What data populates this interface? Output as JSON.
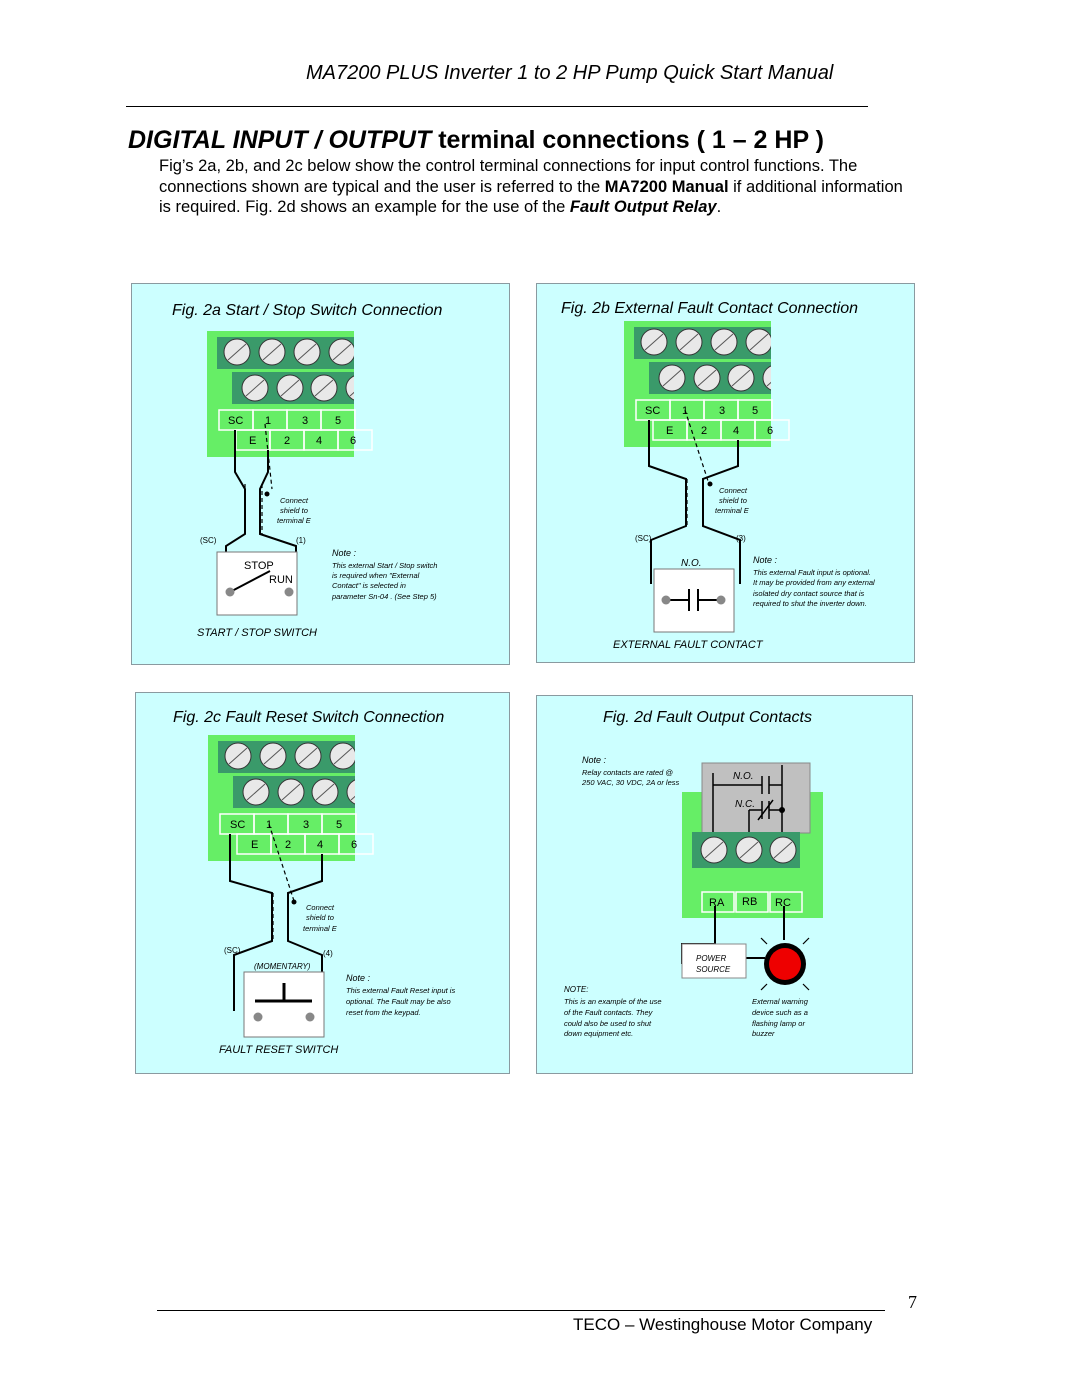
{
  "header": {
    "title": "MA7200 PLUS Inverter 1 to 2 HP Pump Quick Start Manual"
  },
  "section": {
    "title_italic": "DIGITAL INPUT / OUTPUT",
    "title_rest": " terminal connections ( 1 – 2 HP )"
  },
  "intro": {
    "part1": "Fig’s 2a, 2b, and 2c below show the control terminal connections for input control functions. The connections shown are typical and the user is referred to the ",
    "bold1": "MA7200 Manual",
    "part2": " if additional information is required. Fig. 2d shows an example for the use of the ",
    "bold2": "Fault Output Relay",
    "part3": "."
  },
  "terminal_labels": {
    "sc": "SC",
    "t1": "1",
    "t3": "3",
    "t5": "5",
    "e": "E",
    "t2": "2",
    "t4": "4",
    "t6": "6"
  },
  "shield_note": {
    "l1": "Connect",
    "l2": "shield to",
    "l3": "terminal E"
  },
  "note_label": "Note :",
  "fig2a": {
    "title": "Fig. 2a Start / Stop Switch Connection",
    "sc_tag": "(SC)",
    "t_tag": "(1)",
    "stop": "STOP",
    "run": "RUN",
    "note": [
      "This external Start / Stop switch",
      "is required when \"External",
      "Contact\" is selected in",
      "parameter Sn-04 . (See Step 5)"
    ],
    "caption": "START / STOP SWITCH"
  },
  "fig2b": {
    "title": "Fig. 2b External Fault  Contact Connection",
    "sc_tag": "(SC)",
    "t_tag": "(3)",
    "no": "N.O.",
    "note": [
      "This external Fault  input is optional.",
      "It may be provided from any external",
      "isolated dry contact source that is",
      "required to shut the inverter down."
    ],
    "caption": "EXTERNAL FAULT CONTACT"
  },
  "fig2c": {
    "title": "Fig. 2c  Fault Reset  Switch Connection",
    "sc_tag": "(SC)",
    "t_tag": "(4)",
    "momentary": "(MOMENTARY)",
    "note": [
      "This external Fault  Reset input is",
      "optional. The Fault  may be also",
      "reset  from the keypad."
    ],
    "caption": "FAULT RESET SWITCH"
  },
  "fig2d": {
    "title": "Fig. 2d  Fault  Output Contacts",
    "note": [
      "Relay contacts are rated @",
      "250 VAC, 30 VDC, 2A or less"
    ],
    "no": "N.O.",
    "nc": "N.C.",
    "ra": "RA",
    "rb": "RB",
    "rc": "RC",
    "power1": "POWER",
    "power2": "SOURCE",
    "note2_label": "NOTE:",
    "note2": [
      "This is an example of the use",
      "of the Fault contacts. They",
      "could also be used to shut",
      "down equipment etc."
    ],
    "device": [
      "External warning",
      "device such as a",
      "flashing lamp or",
      "buzzer"
    ]
  },
  "colors": {
    "panel": "#ccffff",
    "board": "#66ee66",
    "strip": "#3a9a6a",
    "lamp": "#ee0000"
  },
  "footer": {
    "page": "7",
    "company": "TECO – Westinghouse Motor Company"
  }
}
